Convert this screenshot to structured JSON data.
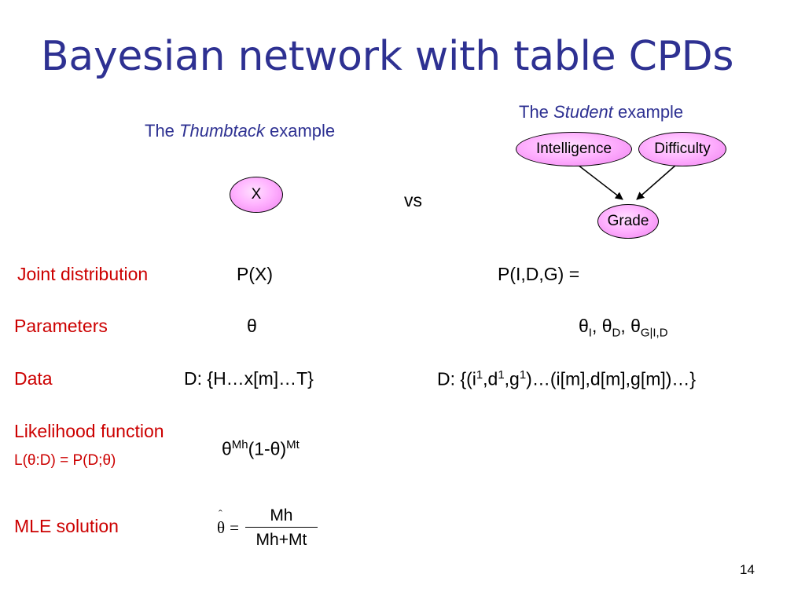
{
  "title": "Bayesian network with table CPDs",
  "thumbtack": {
    "prefix": "The",
    "name": "Thumbtack",
    "suffix": "example",
    "node": "X"
  },
  "student": {
    "prefix": "The",
    "name": "Student",
    "suffix": "example",
    "nodes": {
      "intelligence": "Intelligence",
      "difficulty": "Difficulty",
      "grade": "Grade"
    }
  },
  "vs": "vs",
  "rows": {
    "joint": {
      "label": "Joint distribution",
      "thumbtack": "P(X)",
      "student": "P(I,D,G) ="
    },
    "parameters": {
      "label": "Parameters",
      "thumbtack": "θ",
      "student": {
        "theta": "θ",
        "sub_i": "I",
        "sep1": ", ",
        "sub_d": "D",
        "sep2": ", ",
        "sub_g": "G|I,D"
      }
    },
    "data": {
      "label": "Data",
      "thumbtack": "D: {H…x[m]…T}",
      "student": {
        "part1": "D: {(i",
        "sup1": "1",
        "part2": ",d",
        "sup2": "1",
        "part3": ",g",
        "sup3": "1",
        "part4": ")…(i[m],d[m],g[m])…}"
      }
    },
    "likelihood": {
      "label": "Likelihood function",
      "sublabel": "L(θ:D) = P(D;θ)",
      "theta": "θ",
      "exp1": "Mh",
      "mid": "(1-θ)",
      "exp2": "Mt"
    },
    "mle": {
      "label": "MLE solution",
      "lhs": "θ",
      "hat": "ˆ",
      "eq": "=",
      "numerator": "Mh",
      "denominator": "Mh+Mt"
    }
  },
  "page_number": "14",
  "colors": {
    "title": "#2e3192",
    "labels": "#cc0000",
    "node_fill": "#ff99ff"
  }
}
